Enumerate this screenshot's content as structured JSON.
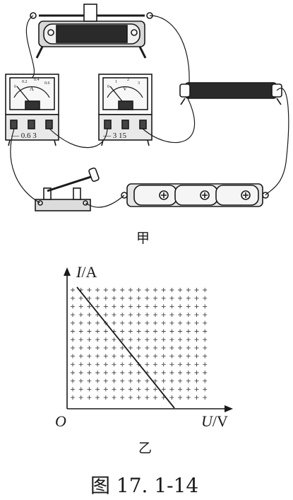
{
  "apparatus": {
    "ammeter": {
      "unit": "A",
      "terminals": "— 0.6 3",
      "scale": [
        "0",
        "0.2",
        "0.4",
        "0.6"
      ]
    },
    "voltmeter": {
      "unit": "V",
      "terminals": "— 3 15",
      "scale": [
        "0",
        "1",
        "2",
        "3"
      ]
    },
    "caption": "甲"
  },
  "graph": {
    "y_axis": {
      "var": "I",
      "unit": "/A"
    },
    "x_axis": {
      "var": "U",
      "unit": "/V"
    },
    "origin": "O",
    "caption": "乙"
  },
  "figure_caption": "图 17. 1-14",
  "colors": {
    "ink": "#1a1a1a",
    "coil": "#2a2a2a",
    "panel": "#e9e9e9"
  }
}
